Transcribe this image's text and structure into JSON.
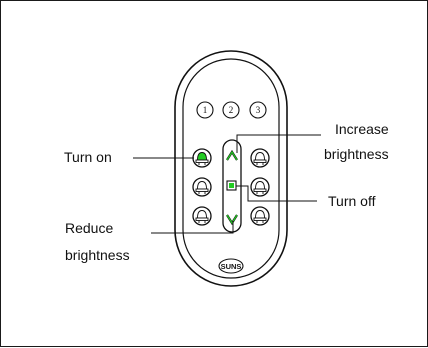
{
  "remote": {
    "number_buttons": [
      "1",
      "2",
      "3"
    ],
    "brand": "SUNS"
  },
  "labels": {
    "turn_on": "Turn on",
    "increase": [
      "Increase",
      "brightness"
    ],
    "turn_off": "Turn off",
    "reduce": [
      "Reduce",
      "brightness"
    ]
  },
  "colors": {
    "highlight": "#22cc22",
    "stroke": "#111111"
  },
  "icons": [
    "bulb-icon",
    "chevron-up-icon",
    "chevron-down-icon",
    "square-icon"
  ]
}
